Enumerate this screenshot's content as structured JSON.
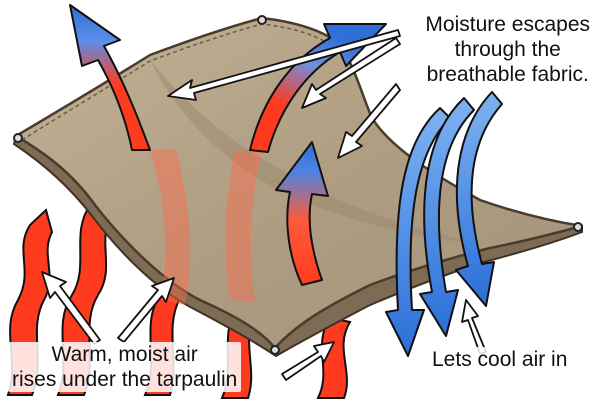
{
  "labels": {
    "moisture_line1": "Moisture escapes",
    "moisture_line2": "through the",
    "moisture_line3": "breathable fabric.",
    "warm_line1": "Warm, moist air",
    "warm_line2": "rises under the tarpaulin",
    "cool": "Lets cool air in"
  },
  "colors": {
    "tarp_fill": "#b6a48a",
    "tarp_edge": "#6b5a44",
    "tarp_shadow": "#8f7d64",
    "warm_air": "#ff3b1f",
    "moist_air": "#3b7de0",
    "cool_air": "#3a86e6",
    "outline": "#111111"
  },
  "icons": [
    "tarpaulin-sheet",
    "grommet-icon",
    "warm-air-wave-icon",
    "rising-moisture-arrow-icon",
    "cool-air-arrow-icon",
    "pointer-arrow-icon"
  ]
}
